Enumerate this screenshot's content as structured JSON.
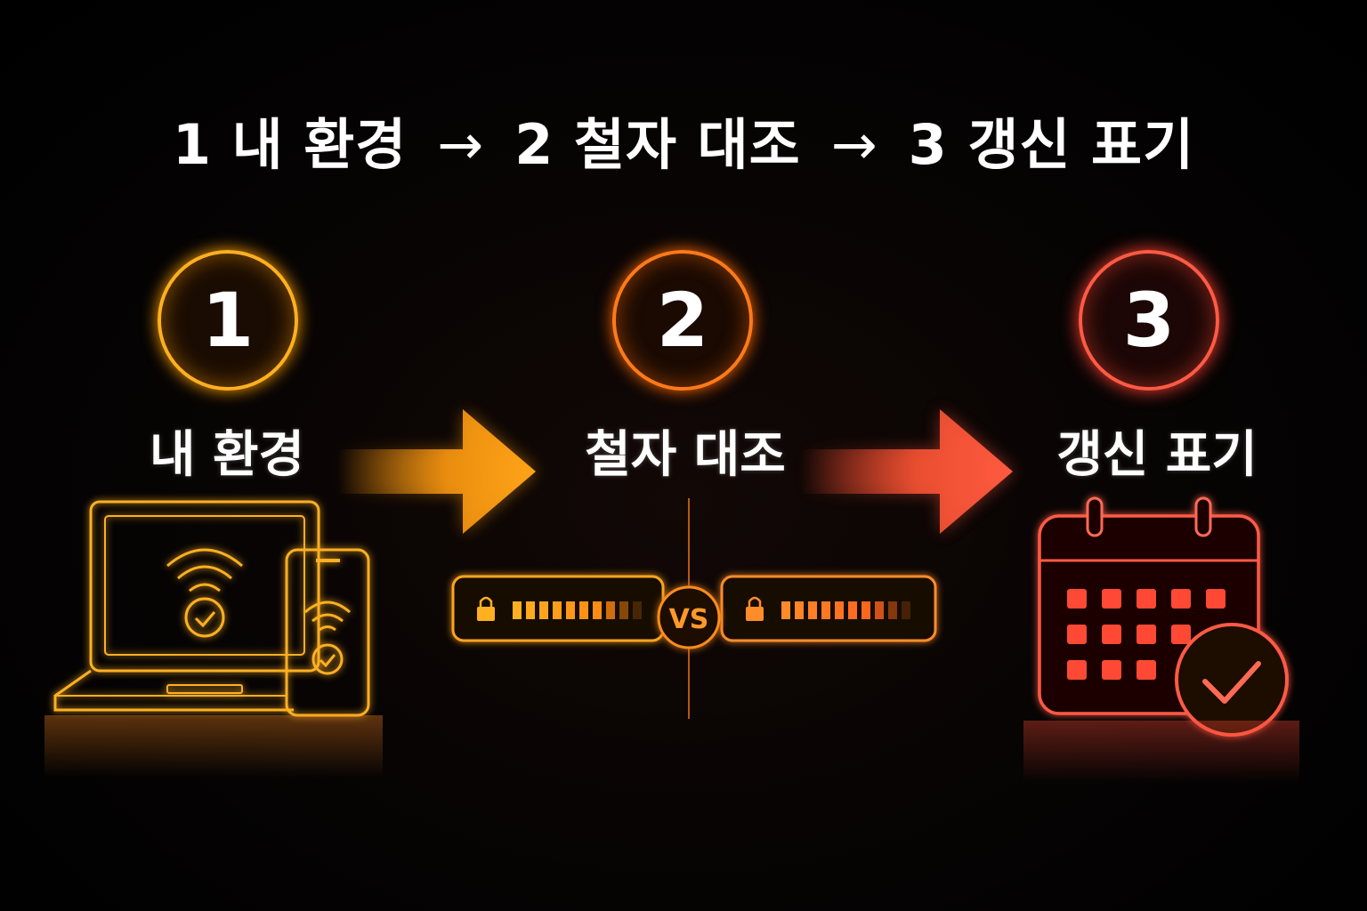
{
  "headline": {
    "step1": "1 내 환경",
    "arrow1": "→",
    "step2": "2 철자 대조",
    "arrow2": "→",
    "step3": "3 갱신 표기"
  },
  "steps": [
    {
      "number": "1",
      "label": "내 환경",
      "icon": "laptop-phone-wifi-check-icon",
      "color": "#ffb020"
    },
    {
      "number": "2",
      "label": "철자 대조",
      "icon": "lock-bars-vs-icon",
      "color": "#ff7a1a"
    },
    {
      "number": "3",
      "label": "갱신 표기",
      "icon": "calendar-check-icon",
      "color": "#ff5a45"
    }
  ],
  "compare": {
    "vs_label": "VS"
  }
}
